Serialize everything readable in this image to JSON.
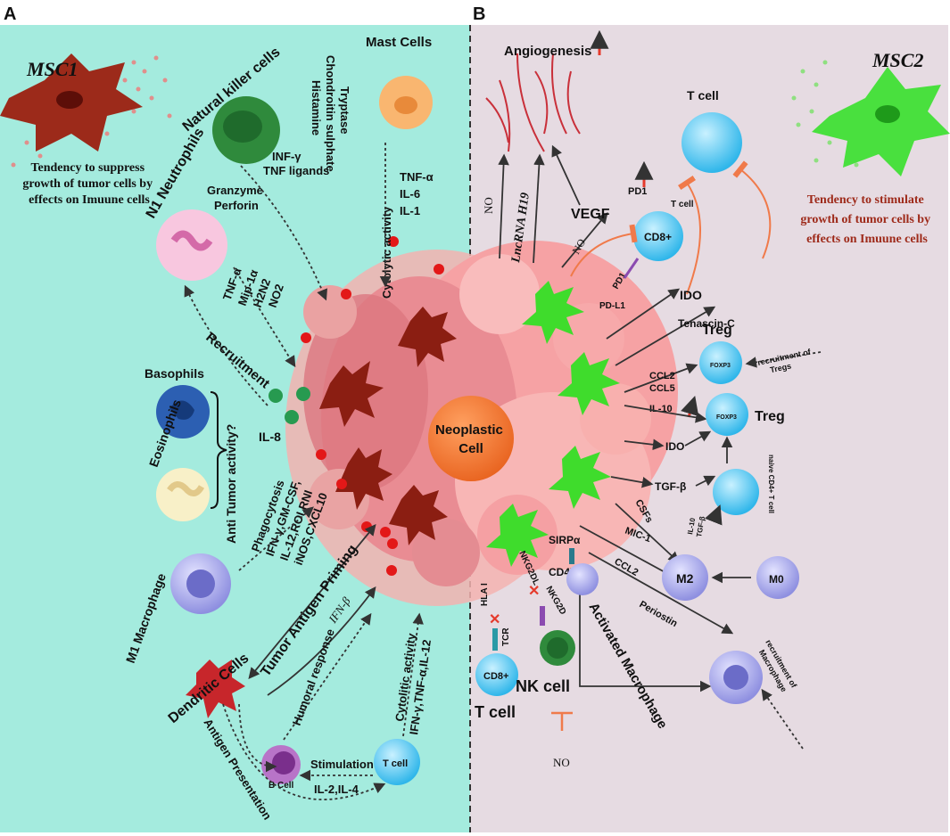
{
  "panels": {
    "a": "A",
    "b": "B"
  },
  "colors": {
    "left_bg": "#a4ebde",
    "right_bg": "#e6dbe2",
    "tumor": "#f4a6a6",
    "core": "#f07a36",
    "msc1": "#9c2a1a",
    "msc2": "#49e03e",
    "blue_cell": "#57c7ef",
    "red_title": "#9e2a1a"
  },
  "left": {
    "msc1_title": "MSC1",
    "msc1_desc": [
      "Tendency to suppress",
      "growth of tumor cells by",
      "effects on Imuune cells"
    ],
    "nk_title": "Natural killer cells",
    "nk_factors": [
      "INF-γ",
      "TNF ligands"
    ],
    "nk_granzyme": [
      "Granzyme",
      "Perforin"
    ],
    "mast_title": "Mast Cells",
    "mast_factors": [
      "Tryptase",
      "Chondroitin sulphate",
      "Histamine"
    ],
    "mast_cytokines": [
      "TNF-α",
      "IL-6",
      "IL-1"
    ],
    "cytolytic_activity": "Cytolytic activity",
    "n1_title": "N1 Neutrophils",
    "n1_factors": [
      "TNF-α",
      "Mip-1α",
      "H2N2",
      "NO2"
    ],
    "recruitment": "Recruitment",
    "il8": "IL-8",
    "basophils": "Basophils",
    "eosinophils": "Eosinophils",
    "anti_tumor": "Anti Tumor activity?",
    "m1_title": "M1 Macrophage",
    "m1_factors": [
      "Phagocytosis",
      "IFN-γ,GM-CSF,",
      "IL-12,ROI,RNI",
      "iNOS,CXCL10"
    ],
    "tumor_priming": "Tumor Antigen Priming",
    "ifn_b": "IFN-β",
    "dendritic": "Dendritic Cells",
    "humoral": "Humoral response",
    "cytolytic2": "Cytolitic activity",
    "tcell_factors": "IFN-γ,TNF-α,IL-12",
    "stimulation": "Stimulation",
    "il24": "IL-2,IL-4",
    "bcell": "B Cell",
    "tcell": "T cell",
    "antigen_presentation": "Antigen Presentation"
  },
  "center": {
    "neoplastic": [
      "Neoplastic",
      "Cell"
    ]
  },
  "right": {
    "angiogenesis": "Angiogenesis",
    "msc2_title": "MSC2",
    "msc2_desc": [
      "Tendency to stimulate",
      "growth of tumor cells by",
      "effects on Imuune cells"
    ],
    "tcell_top": "T cell",
    "no1": "NO",
    "lnc": "LncRNA H19",
    "vegf": "VEGF",
    "pd1": "PD1",
    "tcell_small": "T cell",
    "cd8": "CD8+",
    "no2": "NO",
    "pd1b": "PD1",
    "pdl1": "PD-L1",
    "ido": "IDO",
    "tenascin": "Tenascin-C",
    "treg1": "Treg",
    "foxp3": "FOXP3",
    "recruit_tregs": [
      "recruitment of",
      "Tregs"
    ],
    "ccl2": "CCL2",
    "ccl5": "CCL5",
    "il10": "IL-10",
    "treg2": "Treg",
    "ido2": "IDO",
    "tgfb": "TGF-β",
    "naive": "naive CD4+ T cell",
    "il10b": "IL-10",
    "tgfb2": "TGF-β",
    "csfs": "CSFs",
    "mic1": "MIC-1",
    "ccl2b": "CCL2",
    "periostin": "Periostin",
    "m2": "M2",
    "m0": "M0",
    "recruit_mac": [
      "recruitment of",
      "Macrophage"
    ],
    "sirpa": "SIRPα",
    "cd47": "CD47",
    "hla": "HLA I",
    "tcr": "TCR",
    "nkg2dl": "NKG2DL",
    "nkg2d": "NKG2D",
    "cd8b": "CD8+",
    "tcell_bottom": "T cell",
    "nkcell": "NK cell",
    "activated_mac": "Activated Macrophage",
    "no3": "NO"
  }
}
